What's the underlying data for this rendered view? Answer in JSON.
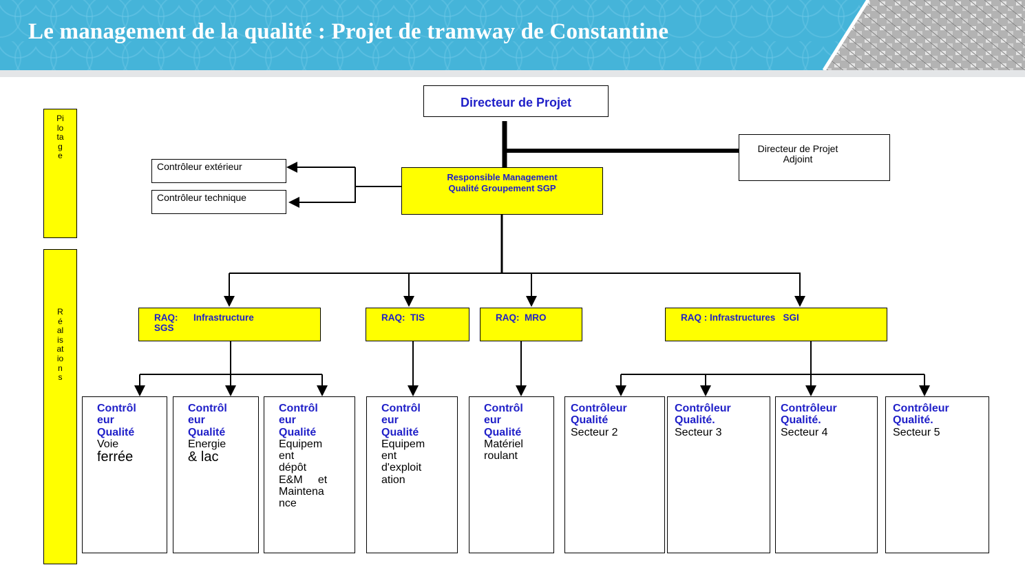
{
  "header": {
    "title": "Le management de la qualité  : Projet de tramway de Constantine",
    "accent_color": "#45b4d9"
  },
  "side_labels": {
    "pilotage": "Pilotage",
    "realisations": "Réalisations"
  },
  "org": {
    "director": "Directeur de Projet",
    "deputy_director": "Directeur de Projet\nAdjoint",
    "quality_manager": "Responsible Management\nQualité Groupement SGP",
    "external_controllers": [
      "Contrôleur extérieur",
      "Contrôleur technique"
    ],
    "raq_units": [
      "RAQ:      Infrastructure\nSGS",
      "RAQ:  TIS",
      "RAQ:  MRO",
      "RAQ : Infrastructures   SGI"
    ],
    "quality_controllers": [
      {
        "title": "Contrôl\neur\nQualité",
        "sub": "Voie",
        "sub_big": "ferrée"
      },
      {
        "title": "Contrôl\neur\nQualité",
        "sub": "Energie",
        "sub_big": "& lac"
      },
      {
        "title": "Contrôl\neur\nQualité",
        "sub": "Equipem\nent\ndépôt\nE&M     et\nMaintena\nnce",
        "sub_big": ""
      },
      {
        "title": "Contrôl\neur\nQualité",
        "sub": "Equipem\nent\nd'exploit\nation",
        "sub_big": ""
      },
      {
        "title": "Contrôl\neur\nQualité",
        "sub": "Matériel\nroulant",
        "sub_big": ""
      },
      {
        "title": "Contrôleur\nQualité",
        "sub": "Secteur 2",
        "sub_big": ""
      },
      {
        "title": "Contrôleur\nQualité.",
        "sub": "Secteur 3",
        "sub_big": ""
      },
      {
        "title": "Contrôleur\nQualité.",
        "sub": "Secteur 4",
        "sub_big": ""
      },
      {
        "title": "Contrôleur\nQualité.",
        "sub": "Secteur 5",
        "sub_big": ""
      }
    ]
  }
}
